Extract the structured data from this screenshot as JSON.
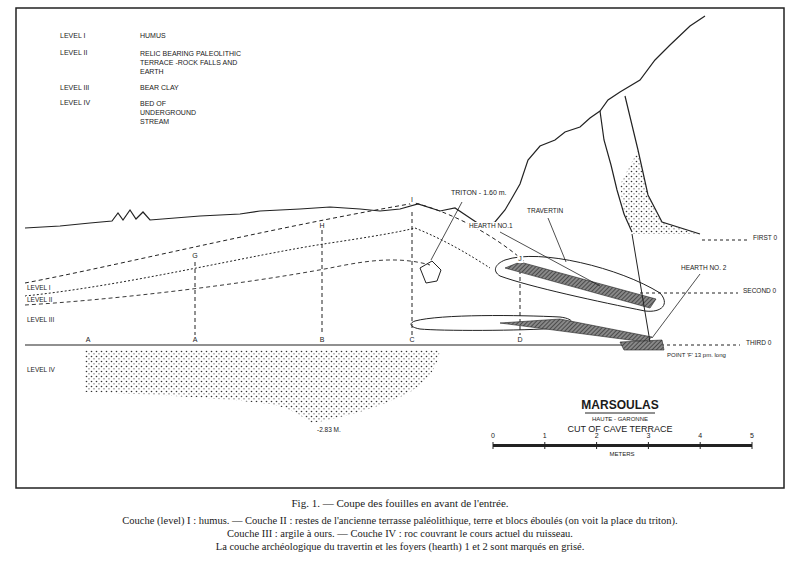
{
  "diagram": {
    "title": "MARSOULAS",
    "caption": "Fig. 1. — Coupe des fouilles en avant de l'entrée.",
    "labels": [
      "LEVEL I",
      "HUMUS",
      "LEVEL II",
      "RELIC BEARING PALEOLITHIC TERRACE -ROCK FALLS AND EARTH",
      "LEVEL III",
      "BEAR CLAY",
      "LEVEL IV",
      "BED OF UNDERGROUND STREAM",
      "TRITON - 1.60 m.",
      "HEARTH NO.1",
      "TRAVERTIN",
      "HEARTH NO. 2",
      "FIRST 0",
      "SECOND 0",
      "THIRD 0",
      "POINT 'F' 13 pm. long",
      "LEVEL I",
      "LEVEL II",
      "LEVEL III",
      "LEVEL IV",
      "G",
      "H",
      "I",
      "J",
      "A",
      "A",
      "B",
      "C",
      "D",
      "-2.83 M.",
      "HAUTE - GARONNE",
      "CUT OF CAVE TERRACE",
      "0",
      "1",
      "2",
      "3",
      "4",
      "5",
      "METERS",
      "Couche (level) I : humus. — Couche II : restes de l'ancienne terrasse paléolithique, terre et blocs éboulés (on voit la place du triton).",
      "Couche III : argile à ours. — Couche IV : roc couvrant le cours actuel du ruisseau.",
      "La couche archéologique du travertin et les foyers (hearth) 1 et 2 sont marqués en grisé."
    ]
  }
}
